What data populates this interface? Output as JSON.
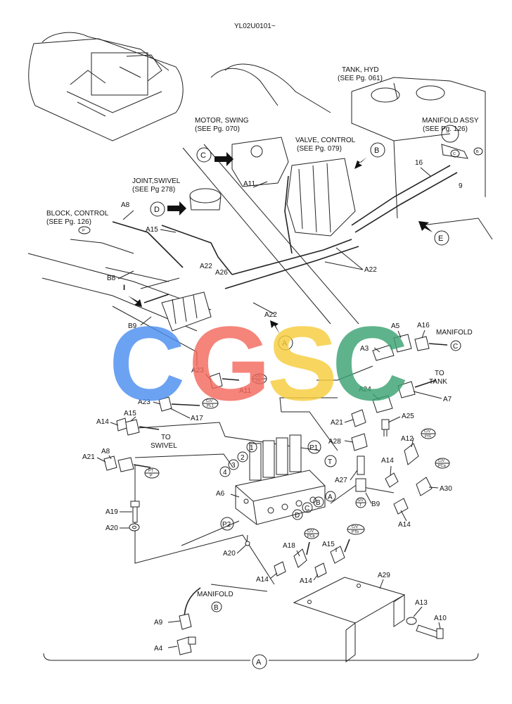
{
  "header": {
    "code": "YL02U0101~"
  },
  "callouts": {
    "tank": [
      "TANK, HYD",
      "(SEE Pg. 061)"
    ],
    "motor": [
      "MOTOR, SWING",
      "(SEE Pg. 070)"
    ],
    "valve": [
      "VALVE, CONTROL",
      "(SEE Pg. 079)"
    ],
    "manifold_assy": [
      "MANIFOLD ASSY",
      "(SEE Pg. 126)"
    ],
    "joint": [
      "JOINT,SWIVEL",
      "(SEE Pg  278)"
    ],
    "block": [
      "BLOCK, CONTROL",
      "(SEE Pg. 126)"
    ]
  },
  "view_letters": {
    "a": "A",
    "b": "B",
    "c": "C",
    "d": "D",
    "e": "E",
    "i": "I"
  },
  "parts": {
    "a3": "A3",
    "a4": "A4",
    "a5": "A5",
    "a6": "A6",
    "a7": "A7",
    "a8": "A8",
    "a9": "A9",
    "a10": "A10",
    "a11": "A11",
    "a12": "A12",
    "a13": "A13",
    "a14": "A14",
    "a15": "A15",
    "a16": "A16",
    "a17": "A17",
    "a18": "A18",
    "a19": "A19",
    "a20": "A20",
    "a21": "A21",
    "a22": "A22",
    "a23": "A23",
    "a24": "A24",
    "a25": "A25",
    "a26": "A26",
    "a27": "A27",
    "a28": "A28",
    "a29": "A29",
    "a30": "A30",
    "b8": "B8",
    "b9": "B9",
    "p9": "9",
    "p16": "16"
  },
  "ports": {
    "p1": "1",
    "p2": "2",
    "p3": "3",
    "p4": "4",
    "P1": "P1",
    "P2": "P2",
    "T": "T",
    "P": "P",
    "A": "A",
    "B": "B",
    "C": "C",
    "D": "D"
  },
  "destinations": {
    "manifold": "MANIFOLD",
    "to": "TO",
    "tank": "TANK",
    "swivel": "SWIVEL",
    "manifold_b": "MANIFOLD"
  },
  "tags": {
    "sm": [
      "S/M",
      "P6"
    ],
    "pl1": [
      "C/V",
      "PL1"
    ],
    "pt": [
      "PT",
      "P"
    ],
    "pis": [
      "C/V",
      "PIS"
    ],
    "pca": [
      "C/V",
      "PCa"
    ],
    "sv": [
      "S/V",
      "T"
    ],
    "pcb": [
      "C/V",
      "PCb"
    ],
    "ptb": [
      "C/V",
      "PTb"
    ]
  },
  "watermark": {
    "letters": [
      "C",
      "G",
      "S",
      "C"
    ],
    "colors": [
      "#4d8ef0",
      "#f36a5e",
      "#f7cd3c",
      "#3ca374"
    ]
  }
}
